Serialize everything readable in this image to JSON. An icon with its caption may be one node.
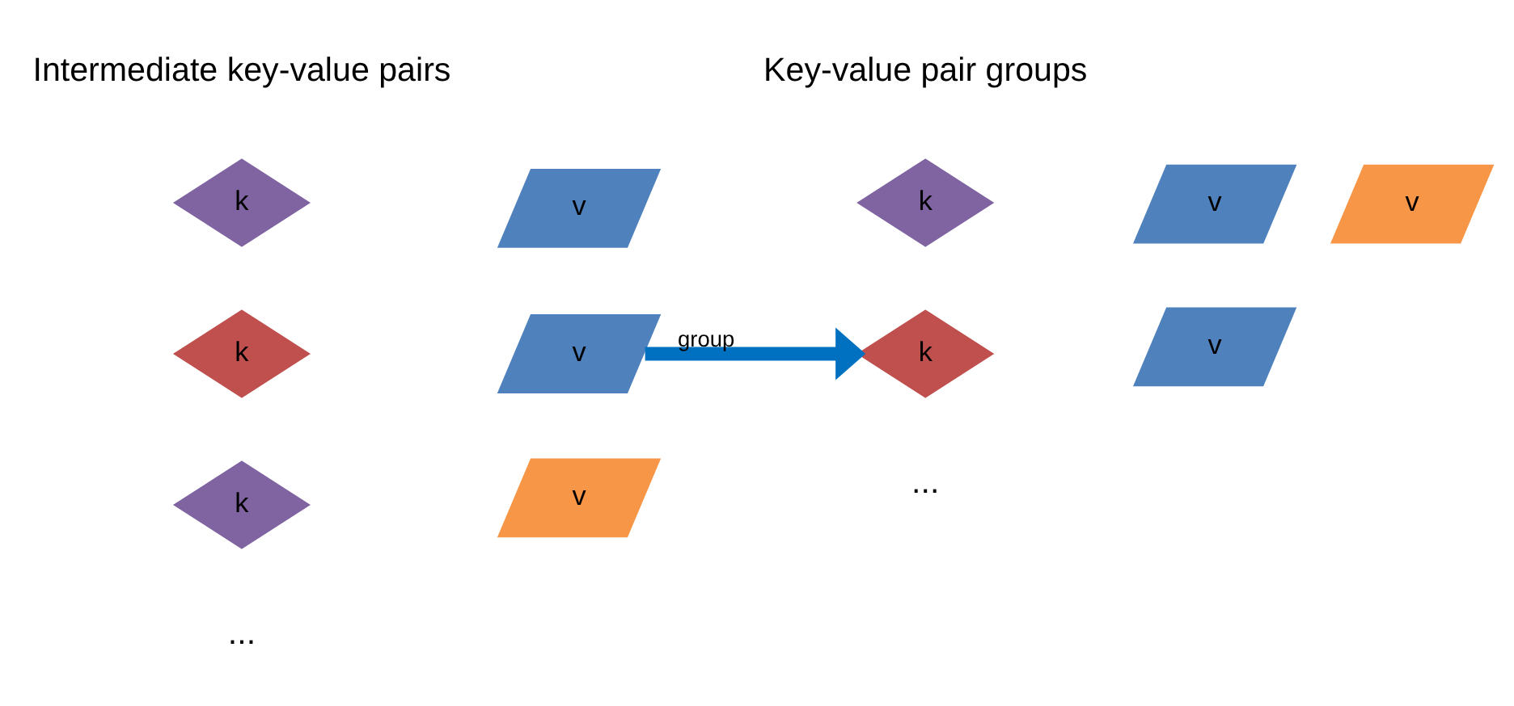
{
  "diagram": {
    "nodes": [
      {
        "text": [
          "k"
        ]
      },
      {
        "text": [
          "v"
        ]
      },
      {
        "text": [
          "k"
        ]
      },
      {
        "text": [
          "v"
        ]
      },
      {
        "text": [
          "k"
        ]
      },
      {
        "text": [
          "v"
        ]
      },
      {
        "text": [
          "k"
        ]
      },
      {
        "text": [
          "v"
        ]
      },
      {
        "text": [
          "v"
        ]
      },
      {
        "text": [
          "k"
        ]
      },
      {
        "text": [
          "v"
        ]
      }
    ],
    "edges": [
      {
        "from": 3,
        "to": 9,
        "arrow": "to",
        "label": "group",
        "color": "#0070c0"
      }
    ],
    "labels": [
      "Intermediate key-value pairs",
      "Key-value pair groups",
      "...",
      "..."
    ]
  }
}
